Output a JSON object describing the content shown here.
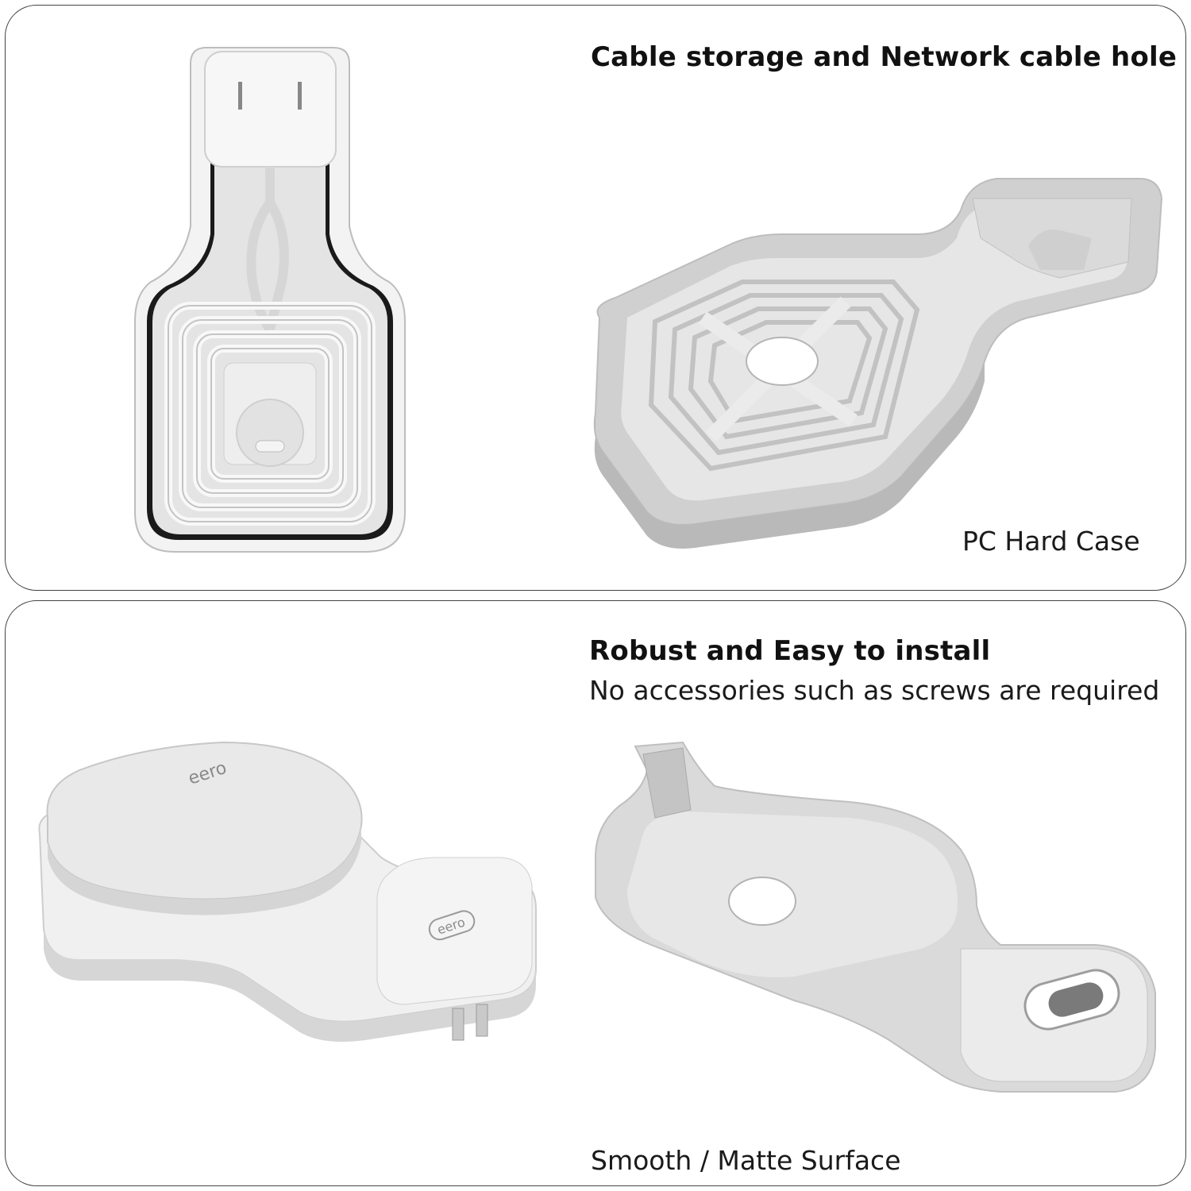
{
  "top_panel": {
    "title": "Cable storage and Network cable hole",
    "caption": "PC Hard Case"
  },
  "bottom_panel": {
    "title": "Robust and Easy to install",
    "subtitle": "No accessories such as screws are required",
    "caption": "Smooth / Matte Surface"
  },
  "colors": {
    "border": "#444444",
    "mount_white": "#f2f2f2",
    "mount_gray": "#d2d2d2",
    "shadow_gray": "#a8a8a8"
  },
  "icons": {
    "device_logo": "eero"
  }
}
